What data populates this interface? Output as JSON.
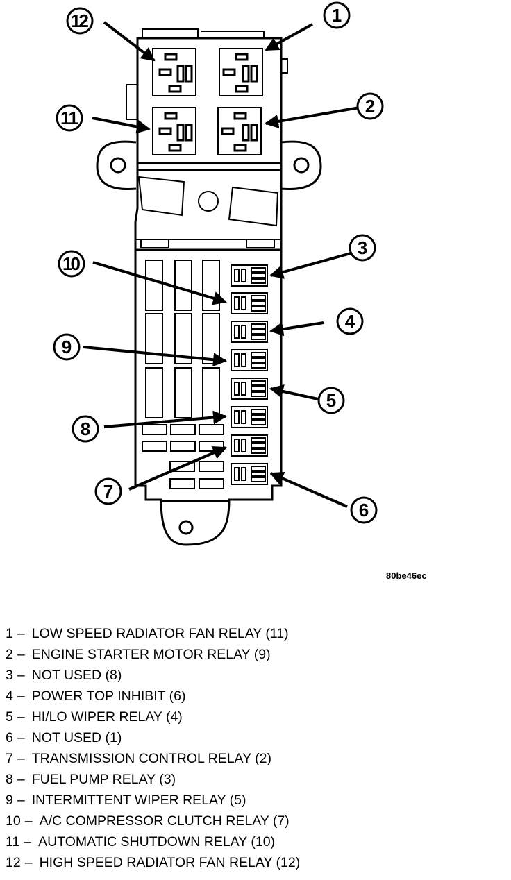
{
  "figure_id": "80be46ec",
  "callouts": [
    "1",
    "2",
    "3",
    "4",
    "5",
    "6",
    "7",
    "8",
    "9",
    "10",
    "11",
    "12"
  ],
  "legend": [
    {
      "num": "1",
      "text": "LOW SPEED RADIATOR FAN RELAY (11)"
    },
    {
      "num": "2",
      "text": "ENGINE STARTER MOTOR RELAY (9)"
    },
    {
      "num": "3",
      "text": "NOT USED (8)"
    },
    {
      "num": "4",
      "text": "POWER TOP INHIBIT (6)"
    },
    {
      "num": "5",
      "text": "HI/LO WIPER RELAY (4)"
    },
    {
      "num": "6",
      "text": "NOT USED (1)"
    },
    {
      "num": "7",
      "text": "TRANSMISSION CONTROL RELAY (2)"
    },
    {
      "num": "8",
      "text": "FUEL PUMP RELAY (3)"
    },
    {
      "num": "9",
      "text": "INTERMITTENT WIPER RELAY (5)"
    },
    {
      "num": "10",
      "text": "A/C COMPRESSOR CLUTCH RELAY (7)"
    },
    {
      "num": "11",
      "text": "AUTOMATIC SHUTDOWN RELAY (10)"
    },
    {
      "num": "12",
      "text": "HIGH SPEED RADIATOR FAN RELAY (12)"
    }
  ]
}
